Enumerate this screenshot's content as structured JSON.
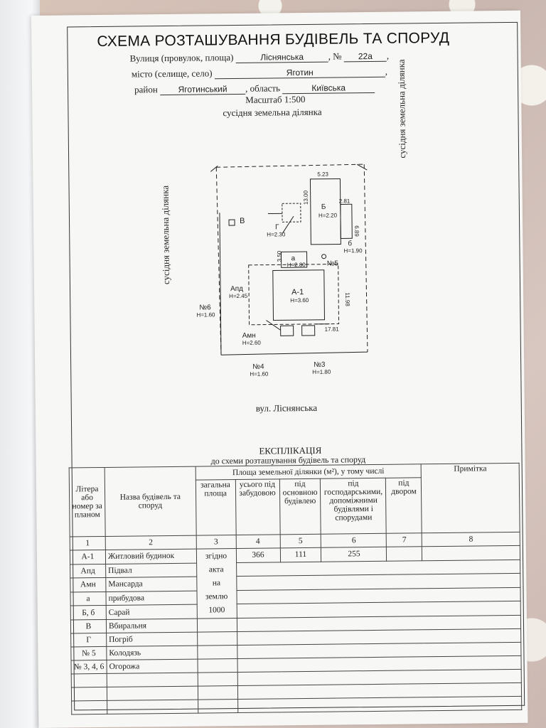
{
  "title": "СХЕМА РОЗТАШУВАННЯ БУДІВЕЛЬ ТА СПОРУД",
  "address": {
    "street_label": "Вулиця (провулок, площа)",
    "street": "Ліснянська",
    "number_label": "№",
    "number": "22а",
    "city_label": "місто (селище, село)",
    "city": "Яготин",
    "district_label": "район",
    "district": "Яготинський",
    "region_label": ", область",
    "region": "Київська",
    "scale": "Масштаб 1:500"
  },
  "neighbors": {
    "top": "сусідня земельна ділянка",
    "left": "сусідня земельна ділянка",
    "right": "сусідня земельна ділянка",
    "bottom": "вул. Ліснянська"
  },
  "plan_labels": {
    "b_cap": "Б",
    "b_cap_h": "H=2.20",
    "dim_523": "5.23",
    "dim_1300": "13.00",
    "dim_281": "2.81",
    "dim_689": "6.89",
    "b_small": "б",
    "b_small_h": "H=1.90",
    "v": "В",
    "g": "Г",
    "g_h": "H=2.30",
    "a": "а",
    "a_h": "H=2.80",
    "dim_350": "3.50",
    "n5": "№5",
    "a1": "А-1",
    "a1_h": "H=3.60",
    "dim_1198": "11.98",
    "dim_1781": "17.81",
    "apd": "Апд",
    "apd_h": "H=2.45",
    "amn": "Амн",
    "amn_h": "H=2.60",
    "n6": "№6",
    "n6_h": "H=1.60",
    "n4": "№4",
    "n4_h": "H=1.60",
    "n3": "№3",
    "n3_h": "H=1.80"
  },
  "explication": {
    "title": "ЕКСПЛІКАЦІЯ",
    "subtitle": "до схеми розташування будівель та споруд",
    "headers": {
      "litera": "Літера або номер за планом",
      "name": "Назва будівель та споруд",
      "area_group": "Площа земельної ділянки (м²), у тому числі",
      "total": "загальна площа",
      "built": "усього під забудовою",
      "main": "під основною будівлею",
      "aux": "під господарськими, допоміжними будівлями і спорудами",
      "yard": "під двором",
      "note": "Примітка"
    },
    "col_numbers": [
      "1",
      "2",
      "3",
      "4",
      "5",
      "6",
      "7",
      "8"
    ],
    "rows": [
      {
        "lit": "А-1",
        "name": "Житловий будинок"
      },
      {
        "lit": "Апд",
        "name": "Підвал"
      },
      {
        "lit": "Амн",
        "name": "Мансарда"
      },
      {
        "lit": "а",
        "name": "прибудова"
      },
      {
        "lit": "Б, б",
        "name": "Сарай"
      },
      {
        "lit": "В",
        "name": "Вбиральня"
      },
      {
        "lit": "Г",
        "name": "Погріб"
      },
      {
        "lit": "№ 5",
        "name": "Колодязь"
      },
      {
        "lit": "№ 3, 4, 6",
        "name": "Огорожа"
      }
    ],
    "total_lines": [
      "згідно",
      "акта",
      "на",
      "землю",
      "1000"
    ],
    "built": "366",
    "main": "111",
    "aux": "255"
  }
}
